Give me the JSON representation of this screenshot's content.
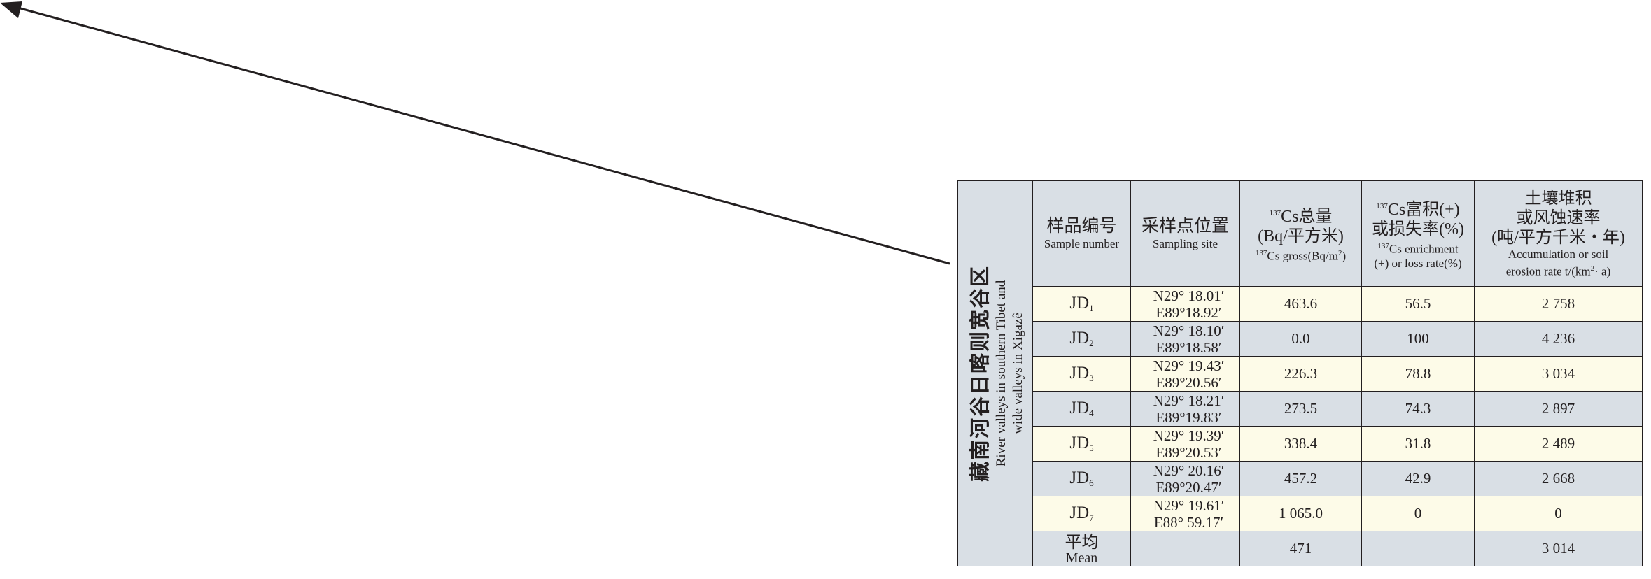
{
  "region": {
    "zh": "藏南河谷日喀则宽谷区",
    "en_line1": "River valleys in southern Tibet and",
    "en_line2": "wide valleys in Xigazê"
  },
  "headers": {
    "sample": {
      "zh": "样品编号",
      "en": "Sample number"
    },
    "site": {
      "zh": "采样点位置",
      "en": "Sampling site"
    },
    "gross": {
      "sup": "137",
      "zh1": "Cs总量",
      "zh2": "(Bq/平方米)",
      "en_sup": "137",
      "en": "Cs gross(Bq/m",
      "en_sup2": "2",
      "en_end": ")"
    },
    "rate": {
      "sup": "137",
      "zh1": "Cs富积(+)",
      "zh2": "或损失率(%)",
      "en_sup": "137",
      "en1": "Cs enrichment",
      "en2": "(+) or loss rate(%)"
    },
    "erosion": {
      "zh1": "土壤堆积",
      "zh2": "或风蚀速率",
      "zh3": "(吨/平方千米・年)",
      "en1": "Accumulation or soil",
      "en2": "erosion rate  t/(km",
      "en_sup": "2",
      "en3": "· a)"
    }
  },
  "rows": [
    {
      "code": "JD",
      "sub": "1",
      "lat": "N29°  18.01′",
      "lon": "E89°18.92′",
      "gross": "463.6",
      "rate": "56.5",
      "erosion": "2 758"
    },
    {
      "code": "JD",
      "sub": "2",
      "lat": "N29°  18.10′",
      "lon": "E89°18.58′",
      "gross": "0.0",
      "rate": "100",
      "erosion": "4 236"
    },
    {
      "code": "JD",
      "sub": "3",
      "lat": "N29°  19.43′",
      "lon": "E89°20.56′",
      "gross": "226.3",
      "rate": "78.8",
      "erosion": "3 034"
    },
    {
      "code": "JD",
      "sub": "4",
      "lat": "N29°  18.21′",
      "lon": "E89°19.83′",
      "gross": "273.5",
      "rate": "74.3",
      "erosion": "2 897"
    },
    {
      "code": "JD",
      "sub": "5",
      "lat": "N29°  19.39′",
      "lon": "E89°20.53′",
      "gross": "338.4",
      "rate": "31.8",
      "erosion": "2 489"
    },
    {
      "code": "JD",
      "sub": "6",
      "lat": "N29°  20.16′",
      "lon": "E89°20.47′",
      "gross": "457.2",
      "rate": "42.9",
      "erosion": "2 668"
    },
    {
      "code": "JD",
      "sub": "7",
      "lat": "N29°  19.61′",
      "lon": "E88°  59.17′",
      "gross": "1 065.0",
      "rate": "0",
      "erosion": "0"
    }
  ],
  "mean": {
    "zh": "平均",
    "en": "Mean",
    "gross": "471",
    "erosion": "3 014"
  },
  "colors": {
    "header_fill": "#d9dfe5",
    "row_fill_light": "#fdfbe8",
    "line": "#231f20"
  }
}
